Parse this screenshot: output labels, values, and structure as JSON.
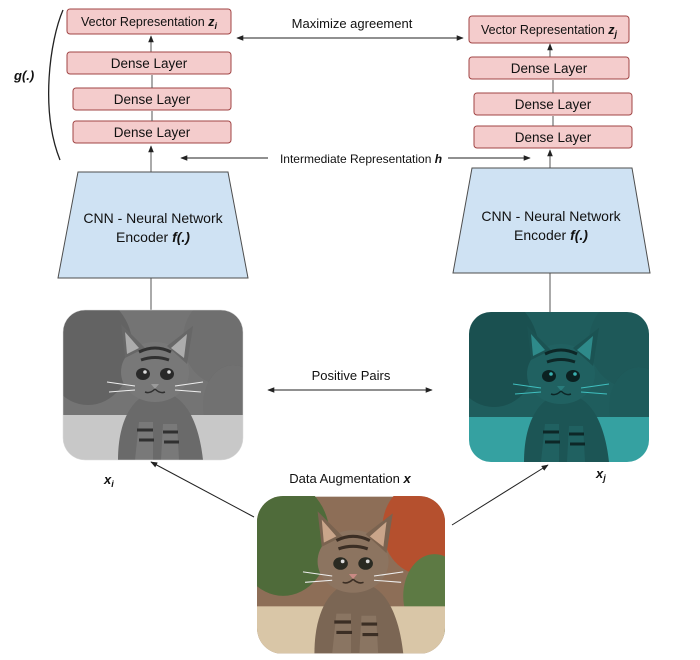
{
  "left_branch": {
    "vector_label": "Vector Representation",
    "vector_symbol": "z",
    "vector_subscript": "i",
    "dense_layers": [
      "Dense Layer",
      "Dense Layer",
      "Dense Layer"
    ],
    "encoder_line1": "CNN - Neural Network",
    "encoder_line2": "Encoder",
    "encoder_symbol": "f(.)",
    "image_subject": "kitten-grayscale",
    "view_symbol": "x",
    "view_subscript": "i"
  },
  "right_branch": {
    "vector_label": "Vector Representation",
    "vector_symbol": "z",
    "vector_subscript": "j",
    "dense_layers": [
      "Dense Layer",
      "Dense Layer",
      "Dense Layer"
    ],
    "encoder_line1": "CNN - Neural Network",
    "encoder_line2": "Encoder",
    "encoder_symbol": "f(.)",
    "image_subject": "kitten-cyan-tint",
    "view_symbol": "x",
    "view_subscript": "j"
  },
  "projection_head_label": "g(.)",
  "maximize_agreement": "Maximize agreement",
  "intermediate_label": "Intermediate Representation",
  "intermediate_symbol": "h",
  "positive_pairs": "Positive Pairs",
  "augmentation_label": "Data Augmentation",
  "augmentation_symbol": "x",
  "colors": {
    "dense_fill": "#f4cccc",
    "dense_stroke": "#a14545",
    "encoder_fill": "#cfe2f3",
    "encoder_stroke": "#4d4d4d",
    "cyan_tint": "#22c4c4"
  }
}
